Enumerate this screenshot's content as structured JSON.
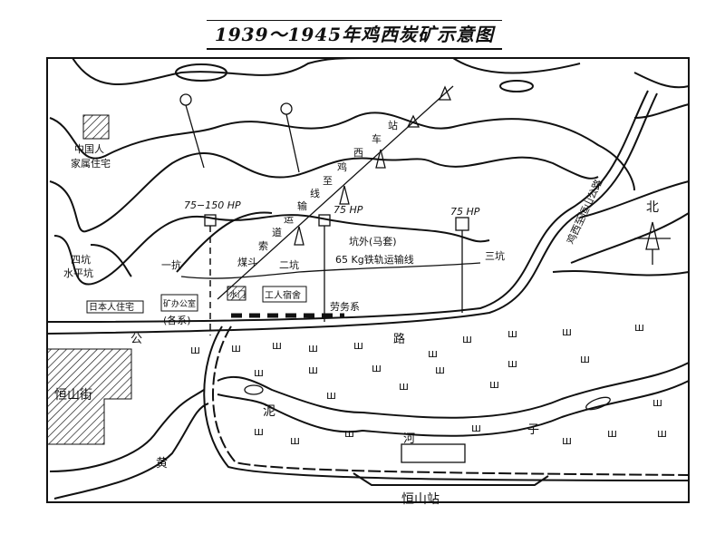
{
  "title": "1939～1945年鸡西炭矿示意图",
  "labels": {
    "chinese_housing": [
      "中国人",
      "家属住宅"
    ],
    "fourth_pit": [
      "四坑",
      "水平坑"
    ],
    "pit1": "一抗",
    "pit2": "二坑",
    "pit3": "三坑",
    "coal_bucket": "煤斗",
    "hp1": "75−150 HP",
    "hp2": "75 HP",
    "hp3": "75 HP",
    "rail_line": [
      "坑外(马套)",
      "65 Kg铁轨运输线"
    ],
    "cableway": [
      "索",
      "道",
      "运",
      "输",
      "线",
      "至",
      "鸡",
      "西",
      "车",
      "站"
    ],
    "japanese_housing": "日本人住宅",
    "mine_office": "矿办公室",
    "mine_office_sub": "(各系)",
    "workers_dorm": "工人宿舍",
    "water_gate": "水门",
    "labor_office": "劳务系",
    "road_left": "公",
    "road_right": "路",
    "right_road": "鸡西至恒山公路",
    "north": "北",
    "hengshan_street": "恒山街",
    "river": [
      "泥",
      "河",
      "子"
    ],
    "river_yellow": "黄",
    "station": "恒山站",
    "marsh_symbol": "ш"
  }
}
